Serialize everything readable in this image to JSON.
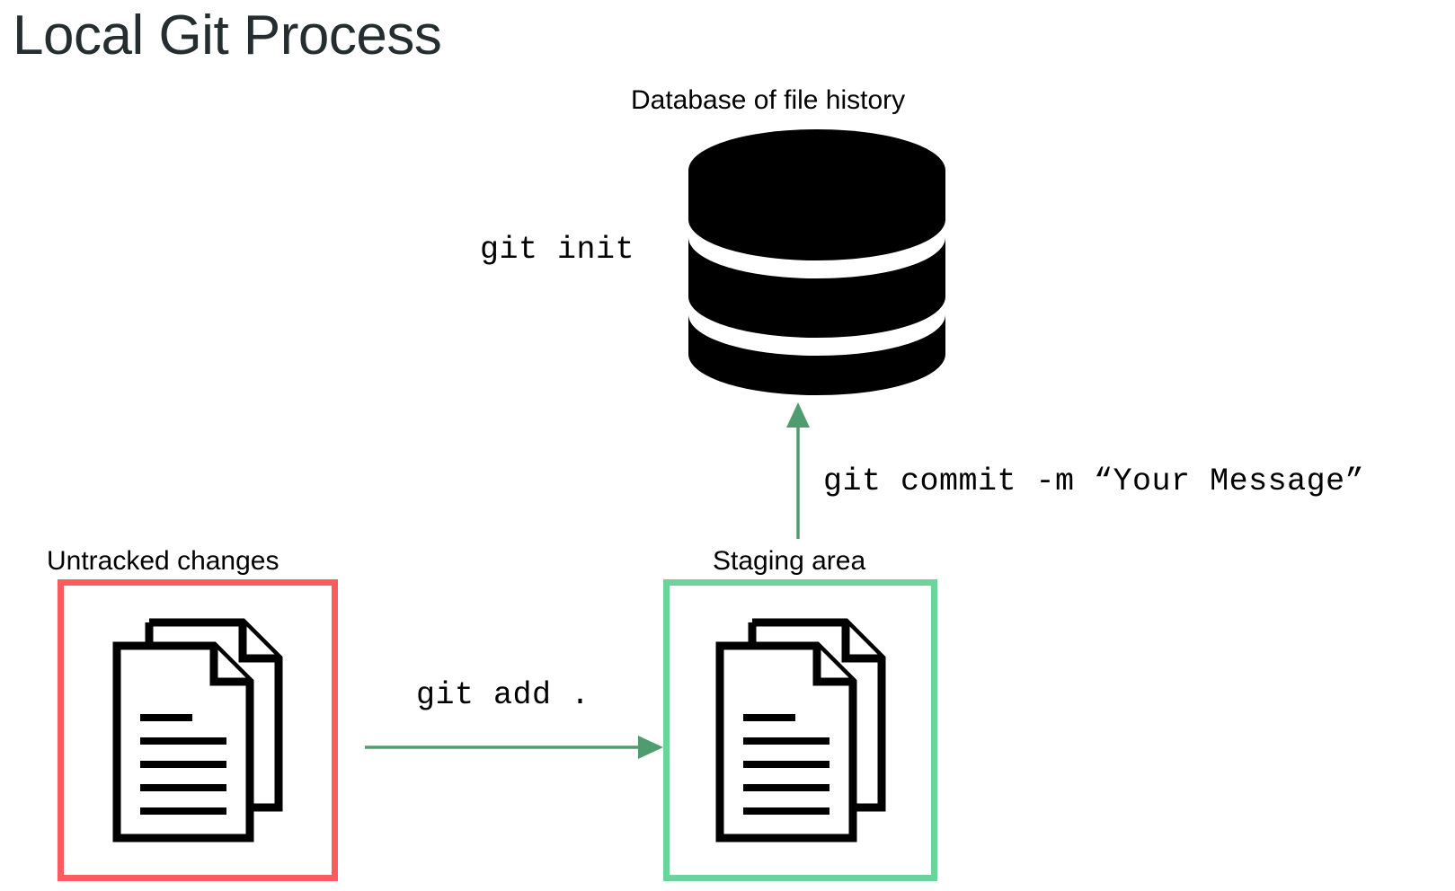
{
  "title": "Local Git Process",
  "colors": {
    "title_text": "#242e31",
    "body_text": "#000000",
    "untracked_border": "#fb5a5f",
    "staging_border": "#6bd49a",
    "arrow_green": "#4f9d6e",
    "icon_black": "#000000",
    "background": "#ffffff"
  },
  "nodes": {
    "database": {
      "label": "Database of file history",
      "icon": "database-cylinder-icon"
    },
    "untracked": {
      "label": "Untracked changes",
      "icon": "documents-icon",
      "border_color": "#fb5a5f"
    },
    "staging": {
      "label": "Staging area",
      "icon": "documents-icon",
      "border_color": "#6bd49a"
    }
  },
  "edges": {
    "init": {
      "command": "git init",
      "from": "",
      "to": "database"
    },
    "add": {
      "command": "git add .",
      "from": "untracked",
      "to": "staging",
      "direction": "right"
    },
    "commit": {
      "command": "git commit -m “Your Message”",
      "from": "staging",
      "to": "database",
      "direction": "up"
    }
  },
  "chart_data": {
    "type": "diagram",
    "title": "Local Git Process",
    "nodes": [
      {
        "id": "untracked",
        "label": "Untracked changes",
        "shape": "box",
        "border": "#fb5a5f",
        "icon": "documents"
      },
      {
        "id": "staging",
        "label": "Staging area",
        "shape": "box",
        "border": "#6bd49a",
        "icon": "documents"
      },
      {
        "id": "database",
        "label": "Database of file history",
        "shape": "cylinder",
        "icon": "database"
      }
    ],
    "edges": [
      {
        "from": "untracked",
        "to": "staging",
        "label": "git add ."
      },
      {
        "from": "staging",
        "to": "database",
        "label": "git commit -m “Your Message”"
      },
      {
        "from": null,
        "to": "database",
        "label": "git init"
      }
    ]
  }
}
